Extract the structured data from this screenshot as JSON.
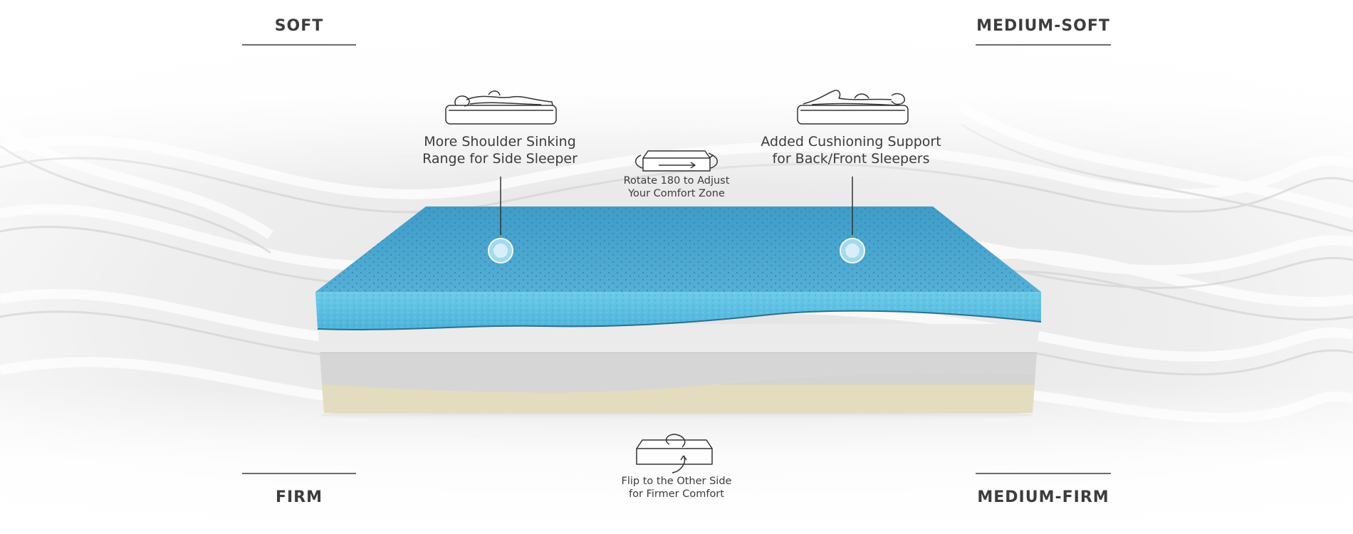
{
  "corner_labels": {
    "top_left": "SOFT",
    "top_right": "MEDIUM-SOFT",
    "bottom_left": "FIRM",
    "bottom_right": "MEDIUM-FIRM"
  },
  "callouts": {
    "side_sleeper": {
      "line1": "More Shoulder Sinking",
      "line2": "Range for Side Sleeper",
      "icon": "side-sleeper-icon"
    },
    "back_sleeper": {
      "line1": "Added Cushioning Support",
      "line2": "for Back/Front Sleepers",
      "icon": "back-sleeper-icon"
    },
    "rotate": {
      "line1": "Rotate 180 to Adjust",
      "line2": "Your Comfort Zone",
      "icon": "rotate-icon"
    },
    "flip": {
      "line1": "Flip to the Other Side",
      "line2": "for Firmer Comfort",
      "icon": "flip-icon"
    }
  },
  "colors": {
    "gel_top": "#4aa6cf",
    "gel_side": "#5cc0e2",
    "layer_white": "#e9e9e9",
    "layer_gray": "#d3d3d3",
    "layer_cream": "#e6dfc3",
    "text": "#3a3a3a"
  }
}
